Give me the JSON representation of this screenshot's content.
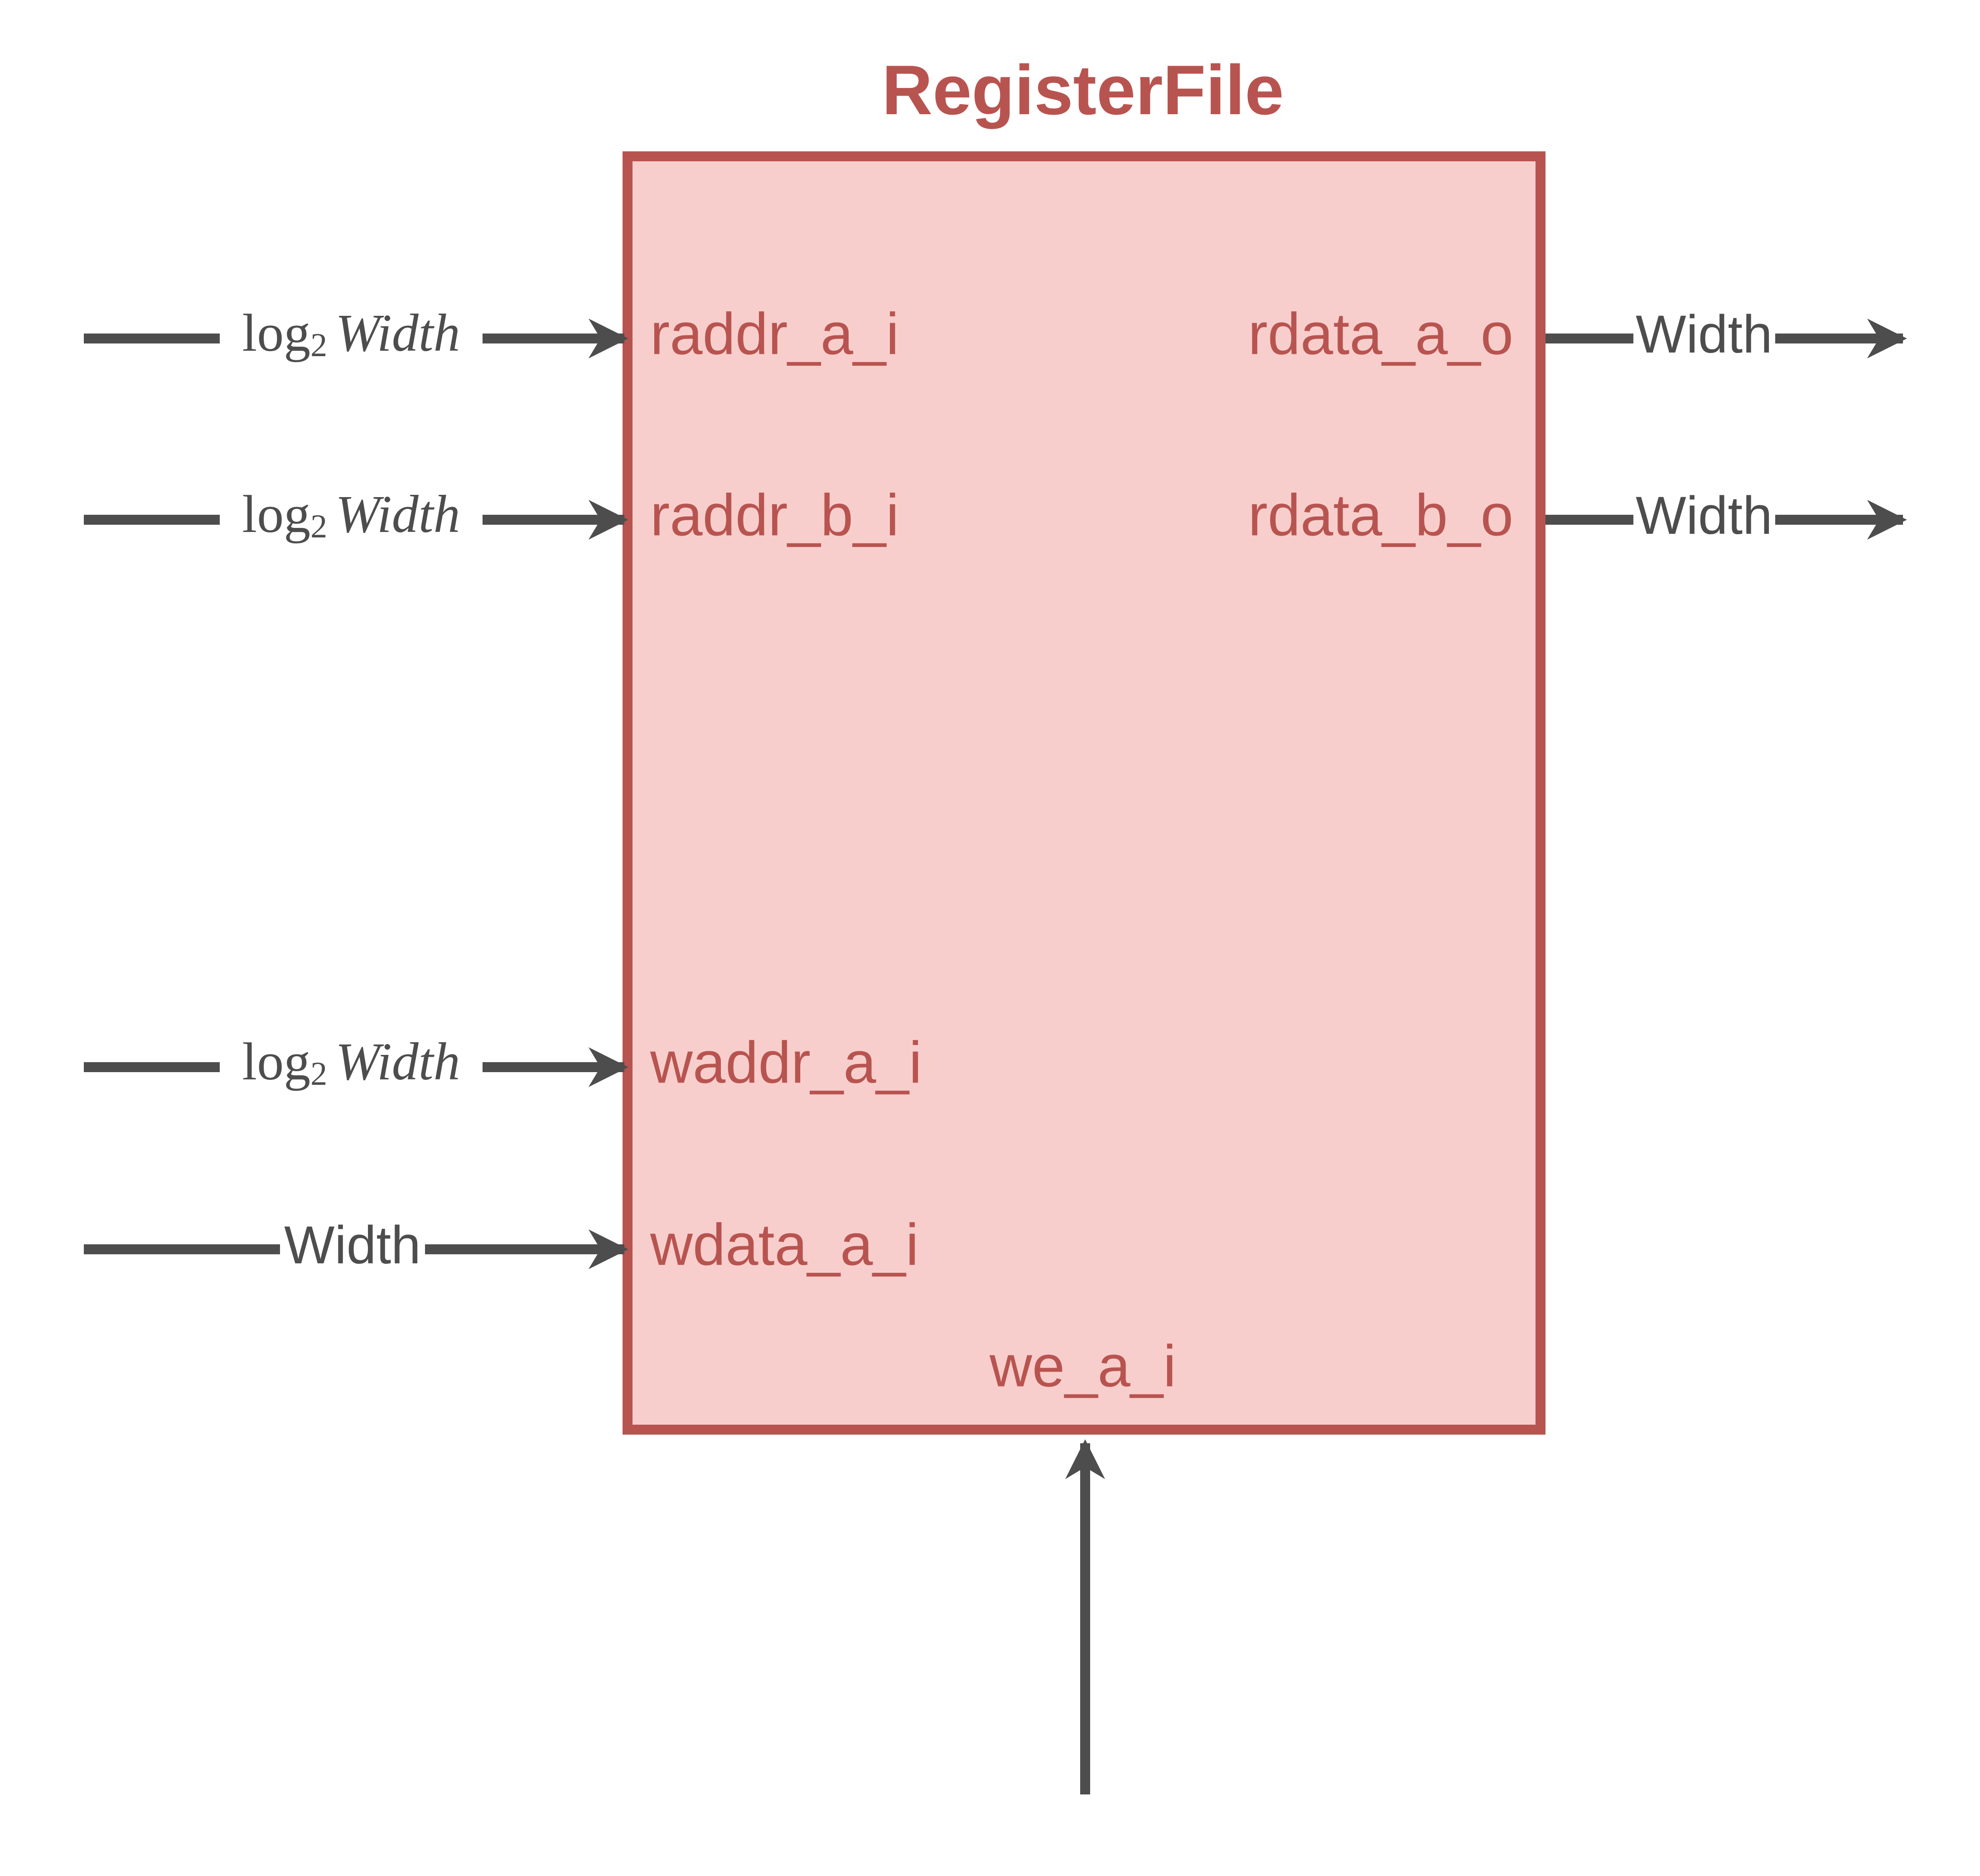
{
  "colors": {
    "block_fill": "#f8cecc",
    "block_stroke": "#b85450",
    "block_text": "#b85450",
    "wire": "#4d4d4d",
    "background": "#ffffff"
  },
  "block": {
    "title": "RegisterFile"
  },
  "ports": {
    "raddr_a": "raddr_a_i",
    "raddr_b": "raddr_b_i",
    "waddr_a": "waddr_a_i",
    "wdata_a": "wdata_a_i",
    "we_a": "we_a_i",
    "rdata_a": "rdata_a_o",
    "rdata_b": "rdata_b_o"
  },
  "widths": {
    "log_fn": "log",
    "log_base": "2",
    "log_arg": "Width",
    "plain": "Width"
  }
}
